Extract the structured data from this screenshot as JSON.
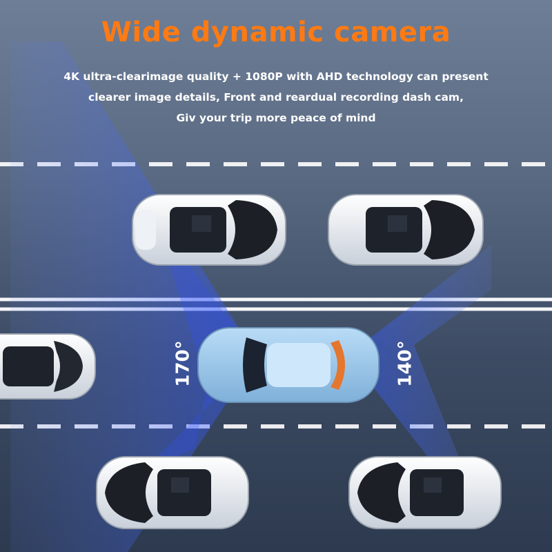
{
  "headline": "Wide dynamic camera",
  "description": [
    "4K ultra-clearimage quality + 1080P with AHD technology can present",
    "clearer image details, Front and reardual recording dash cam,",
    "Giv your trip more peace of mind"
  ],
  "front_angle_label": "170°",
  "rear_angle_label": "140°",
  "colors": {
    "headline": "#ff7a12",
    "text": "#ffffff",
    "road": "#3c4b63",
    "camera_beam": "#3a5cff",
    "car_body": "#e8ecf2",
    "main_car": "#8fc0e8"
  },
  "icons": {
    "front_camera": "camera-beam-front-icon",
    "rear_camera": "camera-beam-rear-icon"
  }
}
